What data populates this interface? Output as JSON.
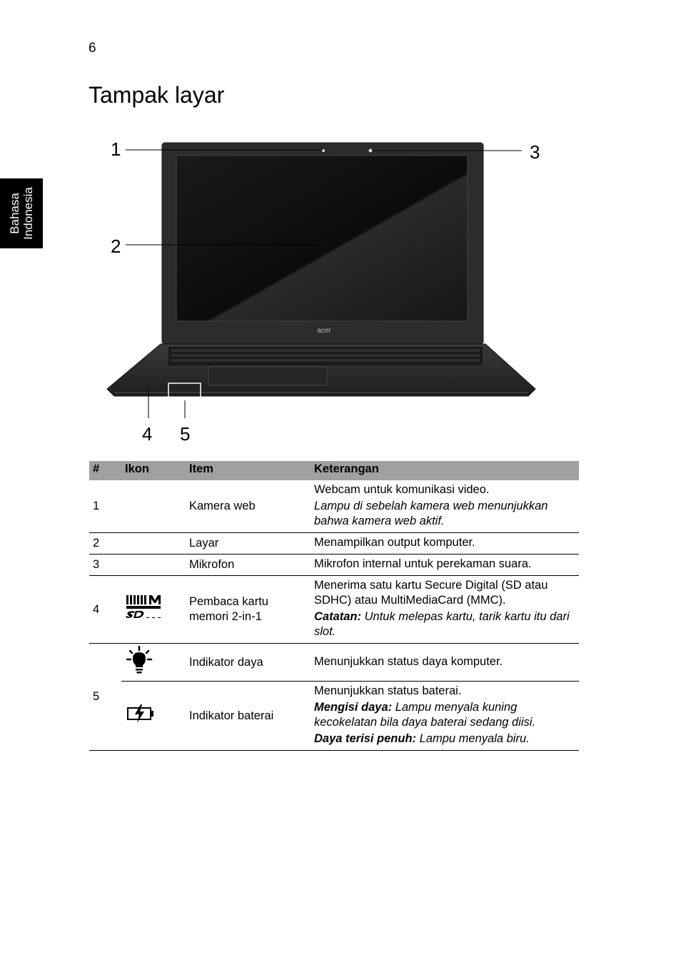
{
  "page": {
    "number": "6",
    "title": "Tampak layar"
  },
  "side_tab": {
    "line1": "Bahasa",
    "line2": "Indonesia"
  },
  "figure": {
    "callouts": [
      "1",
      "2",
      "3",
      "4",
      "5"
    ],
    "logo_text": "acer"
  },
  "table": {
    "headers": {
      "num": "#",
      "icon": "Ikon",
      "item": "Item",
      "desc": "Keterangan"
    },
    "rows": [
      {
        "num": "1",
        "item": "Kamera web",
        "desc1": "Webcam untuk komunikasi video.",
        "desc2": "Lampu di sebelah kamera web menunjukkan bahwa kamera web aktif."
      },
      {
        "num": "2",
        "item": "Layar",
        "desc1": "Menampilkan output komputer."
      },
      {
        "num": "3",
        "item": "Mikrofon",
        "desc1": "Mikrofon internal untuk perekaman suara."
      },
      {
        "num": "4",
        "icon": "sd-mmc-card-icon",
        "item": "Pembaca kartu memori 2-in-1",
        "desc1": "Menerima satu kartu Secure Digital (SD atau SDHC) atau MultiMediaCard (MMC).",
        "desc2_bold": "Catatan:",
        "desc2": " Untuk melepas kartu, tarik kartu itu dari slot."
      },
      {
        "num": "5",
        "icon": "power-light-icon",
        "item": "Indikator daya",
        "desc1": "Menunjukkan status daya komputer."
      },
      {
        "icon": "battery-charge-icon",
        "item": "Indikator baterai",
        "desc1": "Menunjukkan status baterai.",
        "desc2_bold": "Mengisi daya:",
        "desc2": " Lampu menyala kuning kecokelatan bila daya baterai sedang diisi.",
        "desc3_bold": "Daya terisi penuh:",
        "desc3": " Lampu menyala biru."
      }
    ]
  },
  "colors": {
    "header_bg": "#a0a0a0",
    "laptop_body": "#2b2b2b",
    "screen": "#111111"
  }
}
